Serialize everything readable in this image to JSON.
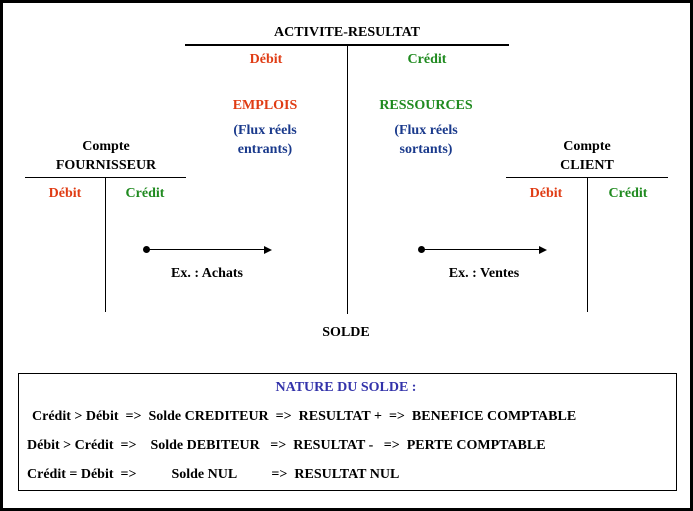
{
  "colors": {
    "debit": "#e03c14",
    "credit": "#1f8a1f",
    "flux": "#1a3a8c",
    "nature": "#3333aa"
  },
  "activite": {
    "title": "ACTIVITE-RESULTAT",
    "debit": "Débit",
    "credit": "Crédit",
    "emplois": "EMPLOIS",
    "emplois_flux_1": "(Flux réels",
    "emplois_flux_2": "entrants)",
    "ressources": "RESSOURCES",
    "ressources_flux_1": "(Flux réels",
    "ressources_flux_2": "sortants)",
    "solde": "SOLDE"
  },
  "fournisseur": {
    "title_1": "Compte",
    "title_2": "FOURNISSEUR",
    "debit": "Débit",
    "credit": "Crédit",
    "example": "Ex. : Achats"
  },
  "client": {
    "title_1": "Compte",
    "title_2": "CLIENT",
    "debit": "Débit",
    "credit": "Crédit",
    "example": "Ex. : Ventes"
  },
  "nature": {
    "title": "NATURE DU SOLDE :",
    "line_1": "Crédit > Débit  =>  Solde CREDITEUR  =>  RESULTAT +  =>  BENEFICE COMPTABLE",
    "line_2": "Débit > Crédit  =>    Solde DEBITEUR   =>  RESULTAT -   =>  PERTE COMPTABLE",
    "line_3": "Crédit = Débit  =>          Solde NUL          =>  RESULTAT NUL"
  }
}
